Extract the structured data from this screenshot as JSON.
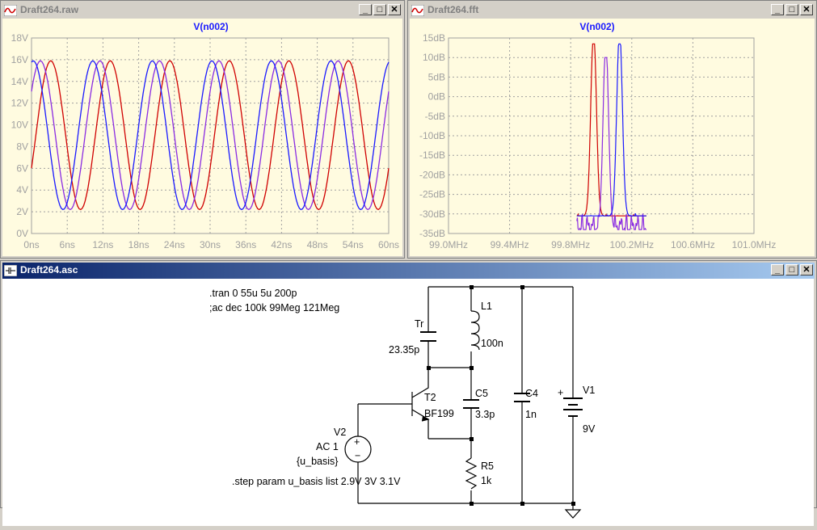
{
  "windows": {
    "raw": {
      "title": "Draft264.raw",
      "trace_label": "V(n002)",
      "min_btn": "_",
      "max_btn": "□",
      "close_btn": "✕"
    },
    "fft": {
      "title": "Draft264.fft",
      "trace_label": "V(n002)",
      "min_btn": "_",
      "max_btn": "□",
      "close_btn": "✕"
    },
    "asc": {
      "title": "Draft264.asc",
      "min_btn": "_",
      "max_btn": "□",
      "close_btn": "✕"
    }
  },
  "colors": {
    "trace_blue": "#1a1aff",
    "trace_red": "#d00000",
    "trace_purple": "#8a2be2",
    "plot_bg": "#fffbe0",
    "label_color": "#a0a0a0",
    "title_label": "#1a1aff"
  },
  "chart_data": [
    {
      "type": "line",
      "title": "V(n002)",
      "x_ticks": [
        "0ns",
        "6ns",
        "12ns",
        "18ns",
        "24ns",
        "30ns",
        "36ns",
        "42ns",
        "48ns",
        "54ns",
        "60ns"
      ],
      "y_ticks": [
        "0V",
        "2V",
        "4V",
        "6V",
        "8V",
        "10V",
        "12V",
        "14V",
        "16V",
        "18V"
      ],
      "xlim": [
        0,
        60
      ],
      "ylim": [
        0,
        18
      ],
      "grid": true,
      "series": [
        {
          "color": "#d00000",
          "min": 2.2,
          "max": 15.9,
          "period_ns": 10.0,
          "phase_ns": 0.0,
          "start_v": 7.8
        },
        {
          "color": "#8a2be2",
          "min": 2.2,
          "max": 15.9,
          "period_ns": 10.0,
          "phase_ns": -1.0
        },
        {
          "color": "#1a1aff",
          "min": 2.2,
          "max": 15.9,
          "period_ns": 10.0,
          "phase_ns": -2.2
        }
      ]
    },
    {
      "type": "line",
      "title": "V(n002)",
      "x_ticks": [
        "99.0MHz",
        "99.4MHz",
        "99.8MHz",
        "100.2MHz",
        "100.6MHz",
        "101.0MHz"
      ],
      "y_ticks": [
        "15dB",
        "10dB",
        "5dB",
        "0dB",
        "-5dB",
        "-10dB",
        "-15dB",
        "-20dB",
        "-25dB",
        "-30dB",
        "-35dB"
      ],
      "xlim": [
        99.0,
        101.0
      ],
      "ylim": [
        -35,
        15
      ],
      "grid": true,
      "series": [
        {
          "color": "#d00000",
          "peak_mhz": 99.95,
          "peak_db": 13.5
        },
        {
          "color": "#8a2be2",
          "peak_mhz": 100.03,
          "peak_db": 10.0
        },
        {
          "color": "#1a1aff",
          "peak_mhz": 100.12,
          "peak_db": 13.5
        }
      ]
    }
  ],
  "schematic": {
    "directive_tran": ".tran 0 55u 5u 200p",
    "directive_ac": ";ac dec 100k 99Meg 121Meg",
    "directive_step": ".step param u_basis list 2.9V 3V 3.1V",
    "tr_name": "Tr",
    "tr_value": "23.35p",
    "l1_name": "L1",
    "l1_value": "100n",
    "t2_name": "T2",
    "t2_value": "BF199",
    "c5_name": "C5",
    "c5_value": "3.3p",
    "c4_name": "C4",
    "c4_value": "1n",
    "v1_name": "V1",
    "v1_value": "9V",
    "v2_name": "V2",
    "v2_value": "AC 1",
    "v2_param": "{u_basis}",
    "r5_name": "R5",
    "r5_value": "1k"
  }
}
